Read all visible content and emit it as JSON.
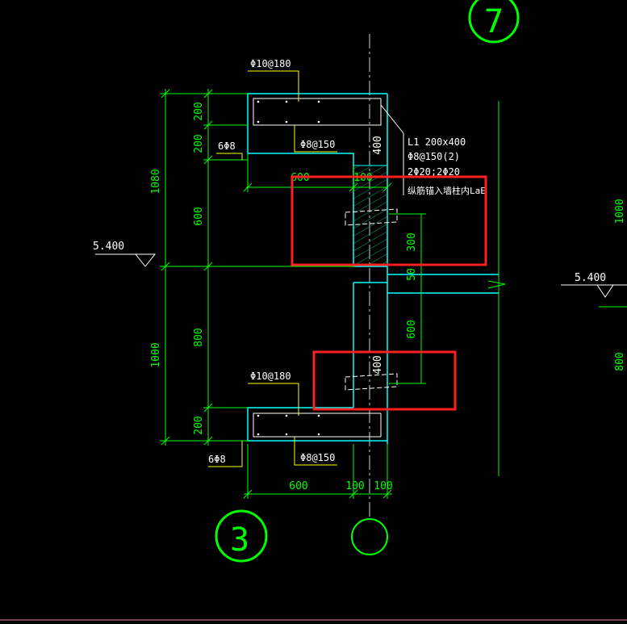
{
  "colors": {
    "background": "#000000",
    "dimension": "#00ff00",
    "structure": "#00ffff",
    "rebar": "#ffffff",
    "leader": "#ffff00",
    "centerline": "#d0d0d0",
    "highlight": "#ff2020"
  },
  "grid_bubbles": {
    "left": "3",
    "top_right": "7",
    "bottom_center": ""
  },
  "levels": {
    "left": "5.400",
    "right": "5.400"
  },
  "rebar_labels": {
    "top_distribution": "Φ10@180",
    "top_stirrup": "Φ8@150",
    "top_corner": "6Φ8",
    "bottom_distribution": "Φ10@180",
    "bottom_stirrup": "Φ8@150",
    "bottom_corner": "6Φ8"
  },
  "beam_note": {
    "line1": "L1 200x400",
    "line2": "Φ8@150(2)",
    "line3": "2Φ20;2Φ20",
    "line4": "纵筋锚入墙柱内LaE"
  },
  "dims": {
    "left_total_top": "1080",
    "left_total_bottom": "1000",
    "left_top_200": "200",
    "left_top_200b": "200",
    "left_600": "600",
    "left_800": "800",
    "left_bottom_200": "200",
    "right_400_top": "400",
    "right_300": "300",
    "right_50": "50",
    "right_600": "600",
    "right_400_bottom": "400",
    "top_600": "600",
    "top_100": "100",
    "bottom_600": "600",
    "bottom_100a": "100",
    "bottom_100b": "100",
    "edge_right_top": "1000",
    "edge_right_bottom": "800"
  }
}
